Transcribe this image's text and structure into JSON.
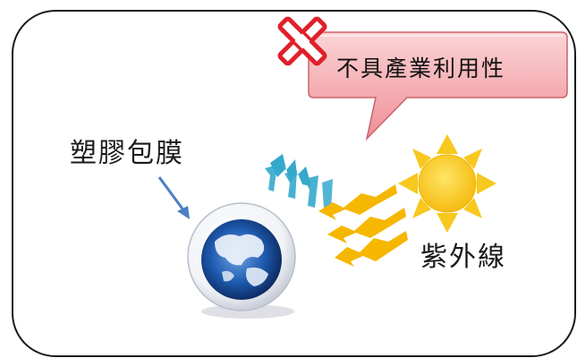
{
  "labels": {
    "plastic_film": "塑膠包膜",
    "ultraviolet": "紫外線",
    "callout": "不具產業利用性"
  },
  "icons": {
    "reject_mark": "red-x-icon",
    "sun": "sun-icon",
    "globe": "globe-icon",
    "pointer": "arrow-icon"
  },
  "colors": {
    "frame": "#1a1a1a",
    "callout_fill": "#f3a0a5",
    "callout_stroke": "#c9646b",
    "x_mark": "#e0202a",
    "sun": "#f7c81e",
    "uv_rays": "#f5b700",
    "reflected_rays": "#35a8cc",
    "pointer_arrow": "#4a7fc4",
    "globe_dark": "#0d2d6b"
  }
}
